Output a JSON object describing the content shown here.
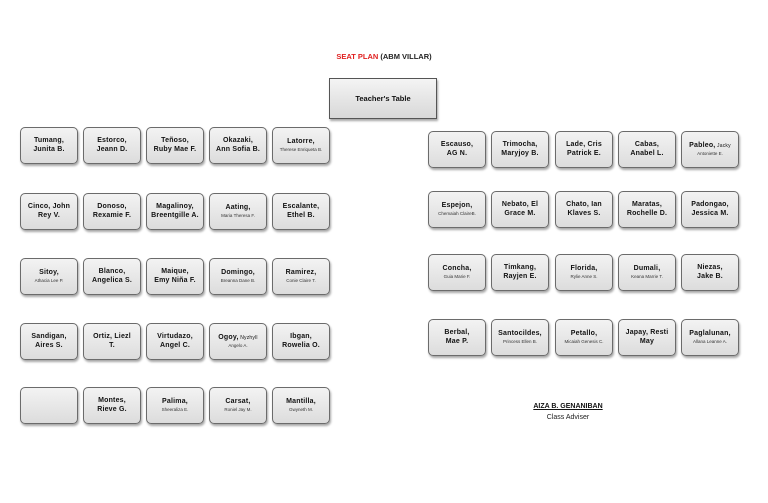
{
  "title": {
    "red": "SEAT PLAN",
    "rest": " (ABM VILLAR)"
  },
  "teacher_table": "Teacher's Table",
  "left_rows": [
    [
      {
        "l1": "Tumang,",
        "l2": "Junita B."
      },
      {
        "l1": "Estorco,",
        "l2": "Jeann D."
      },
      {
        "l1": "Teñoso,",
        "l2": "Ruby Mae F."
      },
      {
        "l1": "Okazaki,",
        "l2": "Ann Sofia B."
      },
      {
        "l1": "Latorre,",
        "tiny": "Therese Enriqueta B."
      }
    ],
    [
      {
        "l1": "Cinco, John",
        "l2": "Rey V."
      },
      {
        "l1": "Donoso,",
        "l2": "Rexamie F."
      },
      {
        "l1": "Magalinoy,",
        "l2": "Breentgille A."
      },
      {
        "l1": "Aating,",
        "tiny": "Maria Theresa F."
      },
      {
        "l1": "Escalante,",
        "l2": "Ethel B."
      }
    ],
    [
      {
        "l1": "Sitoy,",
        "tiny": "Athacia Lee P."
      },
      {
        "l1": "Blanco,",
        "l2": "Angelica S."
      },
      {
        "l1": "Maique,",
        "l2": "Emy Niña F."
      },
      {
        "l1": "Domingo,",
        "tiny": "Breanna Dane B."
      },
      {
        "l1": "Ramirez,",
        "tiny": "Conie Claire T."
      }
    ],
    [
      {
        "l1": "Sandigan,",
        "l2": "Aires S."
      },
      {
        "l1": "Ortiz, Liezl",
        "l2": "T."
      },
      {
        "l1": "Virtudazo,",
        "l2": "Angel C."
      },
      {
        "l1": "Ogoy,",
        "inline": "Nyzhyll",
        "tiny": "Angelo A."
      },
      {
        "l1": "Ibgan,",
        "l2": "Rowelia O."
      }
    ],
    [
      {
        "l1": "",
        "l2": ""
      },
      {
        "l1": "Montes,",
        "l2": "Rieve G."
      },
      {
        "l1": "Palima,",
        "tiny": "Sheeraliza E."
      },
      {
        "l1": "Carsat,",
        "tiny": "Roniel Jay M."
      },
      {
        "l1": "Mantilla,",
        "tiny": "Gwyneth M."
      }
    ]
  ],
  "right_rows": [
    [
      {
        "l1": "Escauso,",
        "l2": "AG N."
      },
      {
        "l1": "Trimocha,",
        "l2": "Maryjoy B."
      },
      {
        "l1": "Lade, Cris",
        "l2": "Patrick E."
      },
      {
        "l1": "Cabas,",
        "l2": "Anabel L."
      },
      {
        "l1": "Pableo,",
        "inline": "Jacky",
        "tiny": "Antoniette E."
      }
    ],
    [
      {
        "l1": "Espejon,",
        "tiny": "Chemaiah ClaireB."
      },
      {
        "l1": "Nebato, El",
        "l2": "Grace M."
      },
      {
        "l1": "Chato, Ian",
        "l2": "Klaves S."
      },
      {
        "l1": "Maratas,",
        "l2": "Rochelle D."
      },
      {
        "l1": "Padongao,",
        "l2": "Jessica M."
      }
    ],
    [
      {
        "l1": "Concha,",
        "tiny": "Guia Marie F."
      },
      {
        "l1": "Timkang,",
        "l2": "Rayjen E."
      },
      {
        "l1": "Florida,",
        "tiny": "Rylie Anne S."
      },
      {
        "l1": "Dumali,",
        "tiny": "Keana Marrie T."
      },
      {
        "l1": "Niezas,",
        "l2": "Jake B."
      }
    ],
    [
      {
        "l1": "Berbal,",
        "l2": "Mae P."
      },
      {
        "l1": "Santocildes,",
        "tiny": "Princess Ellen B."
      },
      {
        "l1": "Petallo,",
        "tiny": "Micaiah Genesis C."
      },
      {
        "l1": "Japay, Resti",
        "l2": "May"
      },
      {
        "l1": "Paglalunan,",
        "tiny": "Allana Leanne A."
      }
    ]
  ],
  "adviser": {
    "name": "AIZA B. GENANIBAN",
    "role": "Class Adviser"
  }
}
